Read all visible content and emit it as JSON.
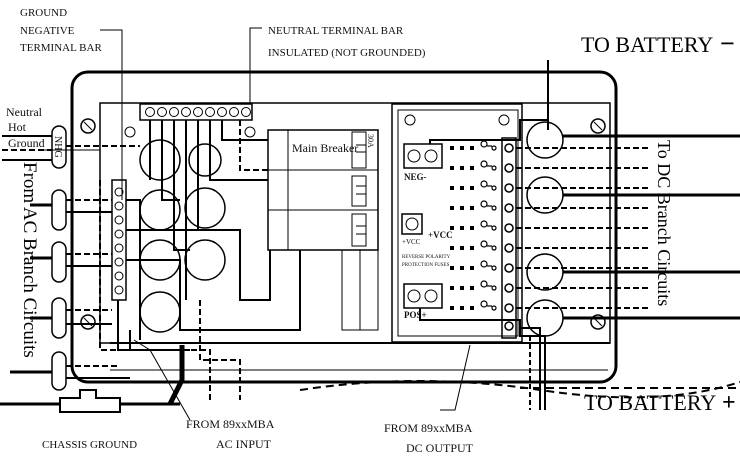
{
  "labels": {
    "ground_negative_1": "GROUND",
    "ground_negative_2": "NEGATIVE",
    "ground_negative_3": "TERMINAL BAR",
    "neutral_bar_1": "NEUTRAL TERMINAL BAR",
    "neutral_bar_2": "INSULATED (NOT GROUNDED)",
    "to_battery_neg": "TO BATTERY",
    "to_battery_pos": "TO BATTERY",
    "neutral": "Neutral",
    "hot": "Hot",
    "ground": "Ground",
    "nhg": "NHG",
    "from_ac_branch": "From AC Branch Circuits",
    "to_dc_branch": "To DC Branch Circuits",
    "main_breaker": "Main Breaker",
    "breaker_rating": "30A",
    "neg": "NEG-",
    "vcc_1": "+VCC",
    "vcc_2": "+VCC",
    "reverse_polarity": "REVERSE POLARITY",
    "protection_fuses": "PROTECTION FUSES",
    "pos": "POS+",
    "chassis_ground": "CHASSIS GROUND",
    "from_ac_1": "FROM 89xxMBA",
    "from_ac_2": "AC INPUT",
    "from_dc_1": "FROM 89xxMBA",
    "from_dc_2": "DC OUTPUT"
  },
  "symbols": {
    "minus": "−",
    "plus": "+"
  }
}
